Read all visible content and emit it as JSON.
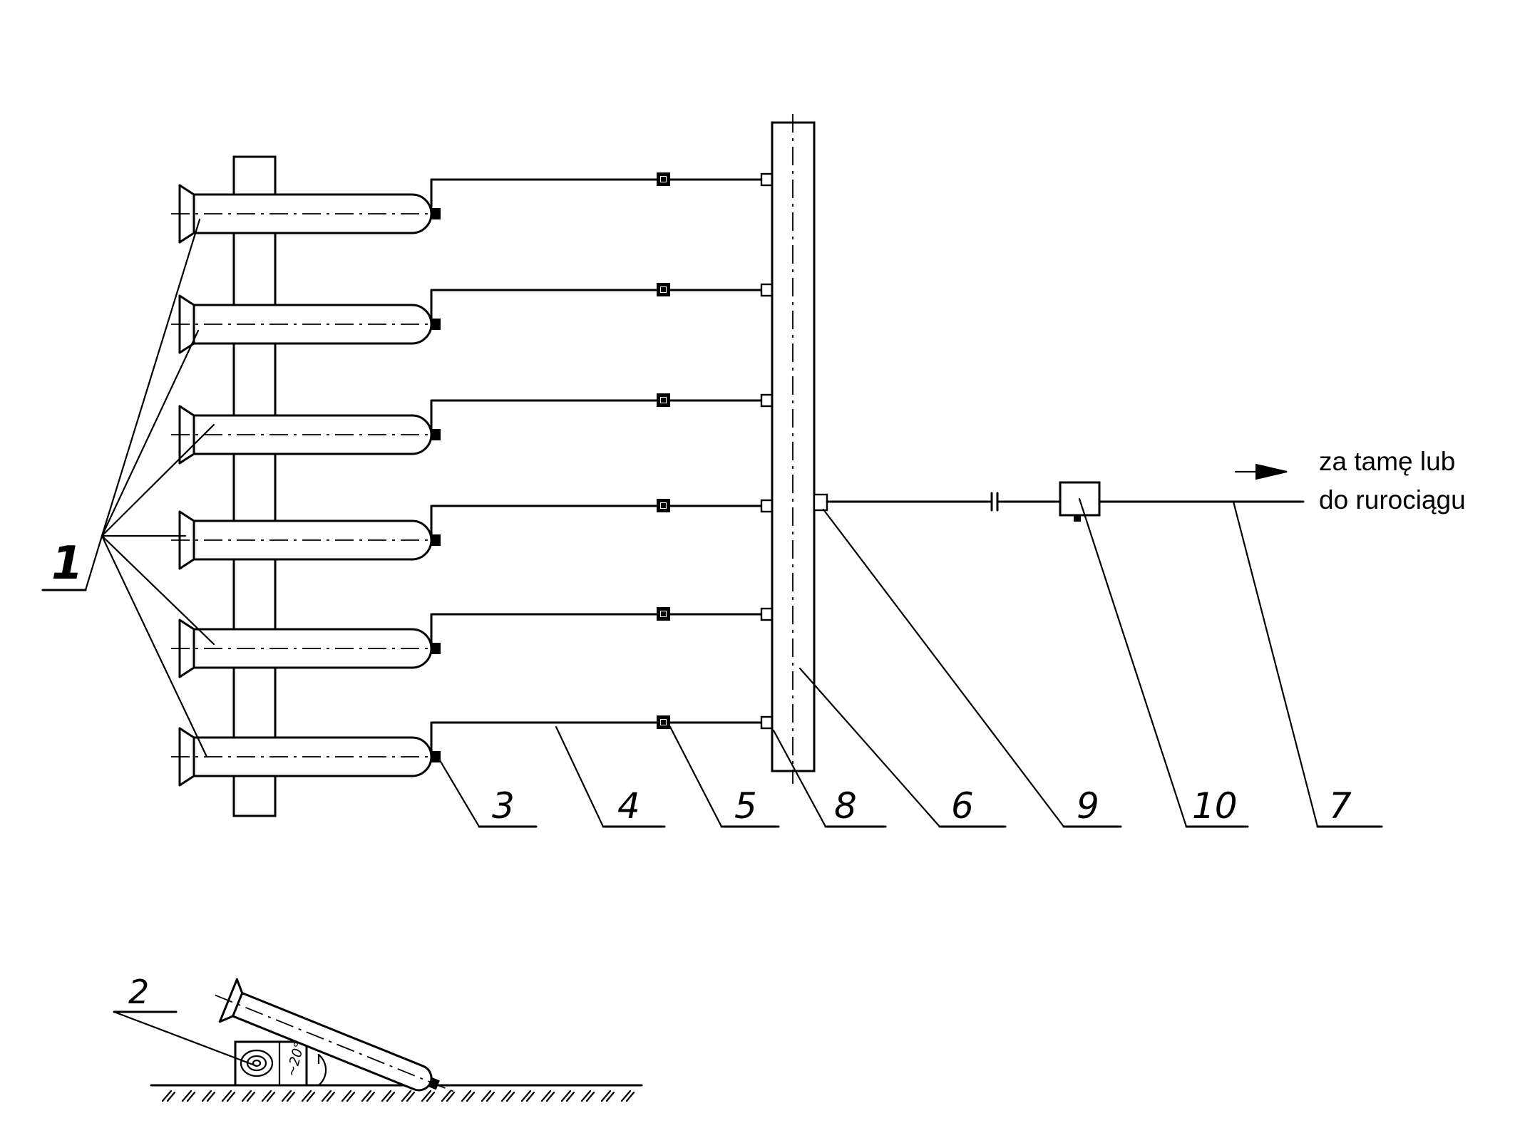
{
  "labels": {
    "l1": "1",
    "l2": "2",
    "l3": "3",
    "l4": "4",
    "l5": "5",
    "l8": "8",
    "l6": "6",
    "l9": "9",
    "l10": "10",
    "l7": "7"
  },
  "note": {
    "line1": "za tamę lub",
    "line2": "do rurociągu"
  },
  "angle": "~20°"
}
